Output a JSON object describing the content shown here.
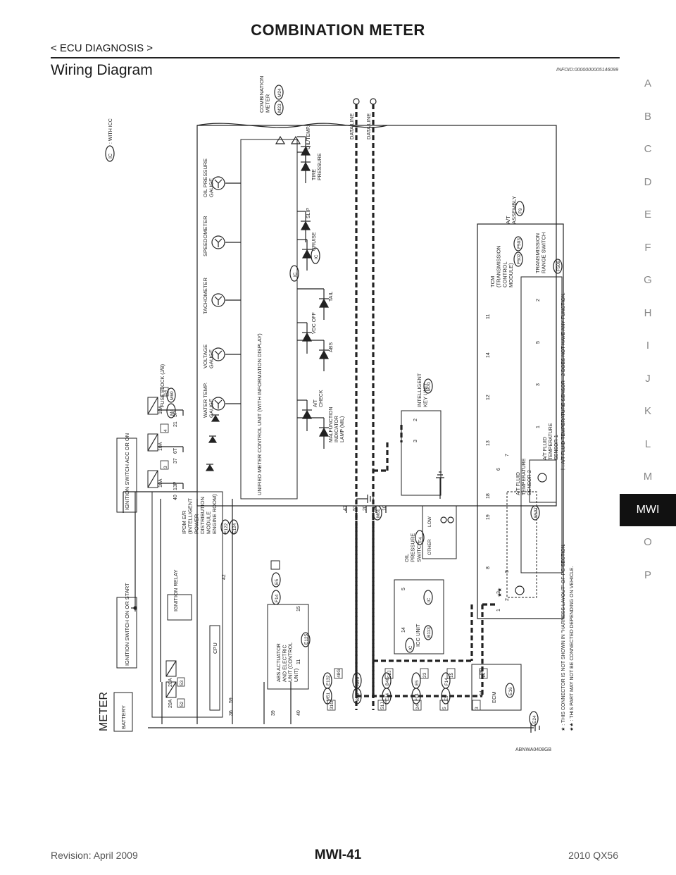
{
  "header": {
    "title": "COMBINATION METER",
    "breadcrumb": "< ECU DIAGNOSIS >"
  },
  "section": {
    "title": "Wiring Diagram",
    "info_id": "INFOID:0000000005146099"
  },
  "side_tabs": [
    "A",
    "B",
    "C",
    "D",
    "E",
    "F",
    "G",
    "H",
    "I",
    "J",
    "K",
    "L",
    "M",
    "MWI",
    "O",
    "P"
  ],
  "active_tab": "MWI",
  "diagram": {
    "system_label": "METER",
    "legend_ic": "IC",
    "legend_ic_text": ": WITH ICC",
    "battery": "BATTERY",
    "ign_start": "IGNITION SWITCH ON OR START",
    "ign_acc": "IGNITION SWITCH ACC OR ON",
    "ipdm": "IPDM E/R (INTELLIGENT POWER DISTRIBUTION MODULE ENGINE ROOM)",
    "ipdm_conns": [
      "E122",
      "E124"
    ],
    "ignition_relay": "IGNITION RELAY",
    "cpu": "CPU",
    "fuses_ipdm": [
      {
        "amp": "20A",
        "no": "52"
      },
      {
        "amp": "20A",
        "no": "53"
      }
    ],
    "fuses_jb": [
      {
        "amp": "10A",
        "no": "3"
      },
      {
        "amp": "10A",
        "no": "4"
      },
      {
        "amp": "10A",
        "no": "14"
      }
    ],
    "fuse_block": "FUSE BLOCK (J/B)",
    "fuse_block_conns": [
      "M4",
      "M60"
    ],
    "jb_pins": [
      "13P",
      "6T",
      "5P"
    ],
    "ipdm_pins": [
      "36",
      "59",
      "39",
      "40",
      "42"
    ],
    "meter_pins": [
      "40",
      "37",
      "21"
    ],
    "bottom_pins": [
      "47",
      "52",
      "20",
      "11",
      "10"
    ],
    "gauges": [
      "WATER TEMP. GAUGE",
      "VOLTAGE GAUGE",
      "TACHOMETER",
      "SPEEDOMETER",
      "OIL PRESSURE GAUGE"
    ],
    "unified_unit": "UNIFIED METER CONTROL UNIT (WITH INFORMATION DISPLAY)",
    "lamps": [
      "MALFUNCTION INDICATOR LAMP (MIL)",
      "A/T CHECK",
      "ABS",
      "VDC OFF",
      "TAIL",
      "CRUISE",
      "SLIP",
      "TIRE PRESSURE",
      "OIL/TEMP."
    ],
    "combination_meter": "COMBINATION METER",
    "combination_conns": [
      "M23",
      "M24"
    ],
    "data_line": "DATA LINE",
    "intelligent_key": "INTELLIGENT KEY UNIT",
    "intelligent_key_conn": "M70",
    "intelligent_key_pins": [
      "3",
      "2"
    ],
    "ground_conn": "M61",
    "oil_switch": "OIL PRESSURE SWITCH",
    "oil_switch_conn": "F4",
    "oil_switch_states": [
      "OTHER",
      "LOW"
    ],
    "joint_e5": "E5",
    "joint_f14": "F14",
    "abs": "ABS ACTUATOR AND ELECTRIC UNIT (CONTROL UNIT)",
    "abs_conn": "E125",
    "abs_pins": [
      "11",
      "15"
    ],
    "icc": "ICC UNIT",
    "icc_conn": "B113",
    "icc_pins": [
      "14",
      "5"
    ],
    "ecm": "ECM",
    "ecm_conn": "E16",
    "ecm_pins": [
      "94",
      "86"
    ],
    "ground_e24": "E24",
    "harness_conns": [
      "E132",
      "M51",
      "M40",
      "B69",
      "B40",
      "E34",
      "E5",
      "F14",
      "F14",
      "E5"
    ],
    "harness_pins": [
      "31G",
      "48G",
      "51J",
      "52J",
      "24",
      "23",
      "5",
      "15",
      "3",
      "14"
    ],
    "tcm": "TCM (TRANSMISSION CONTROL MODULE)",
    "tcm_conns": [
      "F502",
      "F503"
    ],
    "tcm_pins": [
      "8",
      "19",
      "18",
      "13",
      "12",
      "14",
      "11"
    ],
    "at_assembly": "A/T ASSEMBLY",
    "at_assembly_conn": "F9",
    "range_switch": "TRANSMISSION RANGE SWITCH",
    "range_switch_conn": "F506",
    "fluid1": "A/T FLUID TEMPERATURE SENSOR-1",
    "fluid2": "A/T FLUID TEMPERATURE SENSOR-2",
    "fluid2_conn": "F507",
    "tcm_lower_pins": [
      "1",
      "2",
      "3",
      "5",
      "6",
      "7",
      "1",
      "3",
      "5",
      "2"
    ],
    "note_star": "★ : THIS CONNECTOR IS NOT SHOWN IN \"HARNESS LAYOUT\" OF PG SECTION.",
    "note_dstar": "★★ : THIS PART MAY NOT BE CONNECTED DEPENDING ON VEHICLE.",
    "note_dagger": "† : A/T FLUID TEMPERATURE SENSOR - 2 DOES NOT HAVE ANY FUNCTION.",
    "figure_id": "ABNWA0408GB"
  },
  "footer": {
    "revision": "Revision: April 2009",
    "page": "MWI-41",
    "model": "2010 QX56"
  }
}
